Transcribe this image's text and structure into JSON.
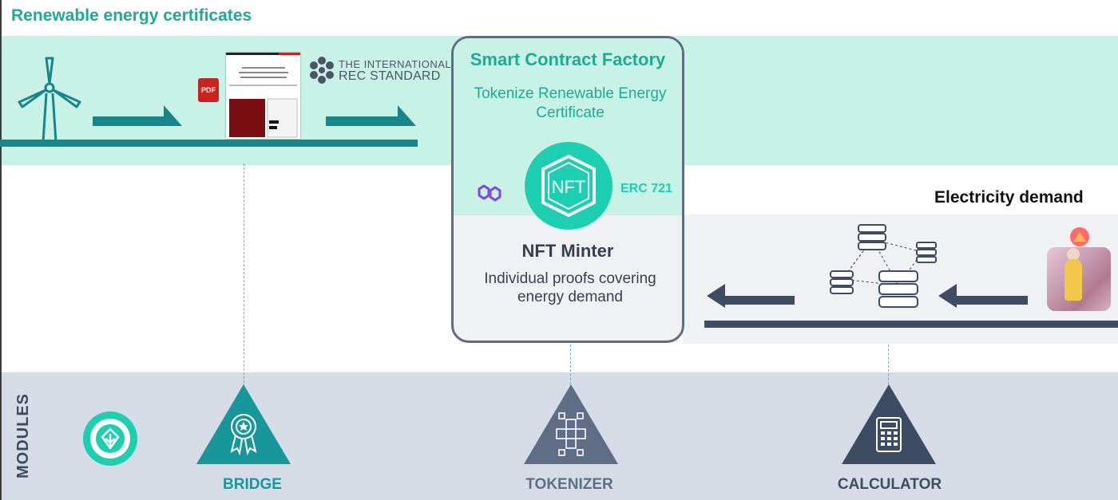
{
  "header": {
    "title": "Renewable energy certificates"
  },
  "rec_logo": {
    "line1": "THE INTERNATIONAL",
    "line2": "REC STANDARD"
  },
  "pdf_badge": {
    "label": "PDF"
  },
  "card": {
    "title": "Smart Contract Factory",
    "subtitle": "Tokenize Renewable Energy Certificate",
    "nft_label": "NFT",
    "erc_label": "ERC 721",
    "minter_title": "NFT Minter",
    "minter_subtitle": "Individual proofs covering energy demand"
  },
  "demand": {
    "title": "Electricity demand"
  },
  "modules": {
    "section_label": "MODULES",
    "items": [
      {
        "label": "BRIDGE",
        "color": "#17979a",
        "icon": "award-ribbon-icon"
      },
      {
        "label": "TOKENIZER",
        "color": "#5f6e86",
        "icon": "cubes-network-icon"
      },
      {
        "label": "CALCULATOR",
        "color": "#3e4c63",
        "icon": "calculator-icon"
      }
    ]
  },
  "colors": {
    "teal": "#1dab94",
    "nft_green": "#1dcfb1",
    "dark_slate": "#3e4c63",
    "polygon_purple": "#8247e5"
  }
}
